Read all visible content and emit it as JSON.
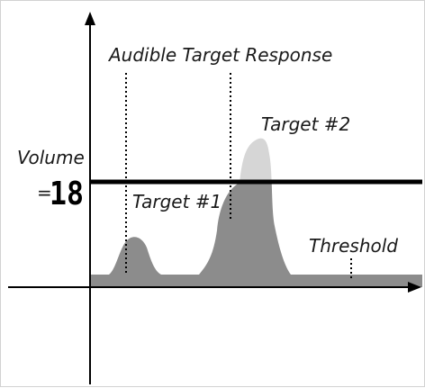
{
  "labels": {
    "audible_target_response": "Audible Target Response",
    "target_2": "Target #2",
    "target_1": "Target #1",
    "volume": "Volume",
    "volume_equals": "=",
    "volume_value": "18",
    "threshold": "Threshold"
  },
  "colors": {
    "axis": "#000000",
    "response_fill": "#8c8c8c",
    "target2_peak_fill": "#d6d6d6",
    "volume_line": "#000000",
    "border": "#d2d2d2"
  }
}
